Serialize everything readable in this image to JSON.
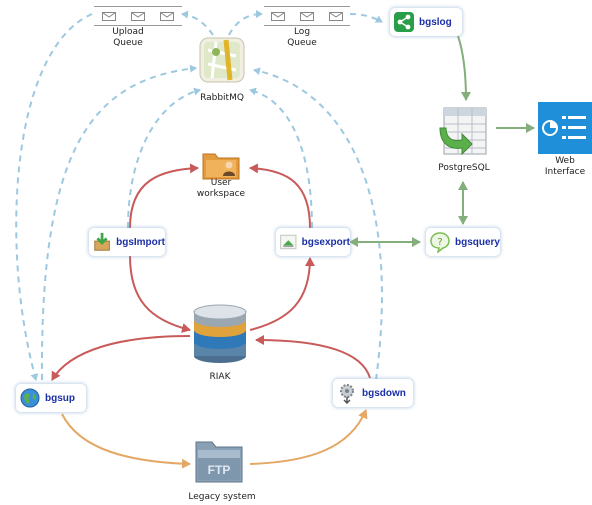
{
  "colors": {
    "queue_links": "#9cc9e0",
    "riak_links": "#c95a5a",
    "legacy_links": "#e4a765",
    "postgres_links": "#85ae7d",
    "chip_text": "#1a2fa6"
  },
  "nodes": {
    "upload_queue": {
      "label_line1": "Upload",
      "label_line2": "Queue",
      "icon": "envelope-queue-icon"
    },
    "log_queue": {
      "label_line1": "Log",
      "label_line2": "Queue",
      "icon": "envelope-queue-icon"
    },
    "rabbitmq": {
      "label": "RabbitMQ",
      "icon": "map-icon"
    },
    "bgslog": {
      "label": "bgslog",
      "icon": "share-icon"
    },
    "postgresql": {
      "label": "PostgreSQL",
      "icon": "database-table-icon"
    },
    "web_interface": {
      "label_line1": "Web",
      "label_line2": "Interface",
      "icon": "dashboard-icon"
    },
    "user_workspace": {
      "label_line1": "User",
      "label_line2": "workspace",
      "icon": "user-folder-icon"
    },
    "bgsimport": {
      "label": "bgsImport",
      "icon": "download-box-icon"
    },
    "bgsexport": {
      "label": "bgsexport",
      "icon": "upload-tray-icon"
    },
    "bgsquery": {
      "label": "bgsquery",
      "icon": "question-icon"
    },
    "riak": {
      "label": "RIAK",
      "icon": "database-stack-icon"
    },
    "bgsup": {
      "label": "bgsup",
      "icon": "globe-icon"
    },
    "bgsdown": {
      "label": "bgsdown",
      "icon": "gear-icon"
    },
    "legacy_system": {
      "label": "Legacy system",
      "icon": "ftp-folder-icon",
      "badge": "FTP"
    }
  }
}
